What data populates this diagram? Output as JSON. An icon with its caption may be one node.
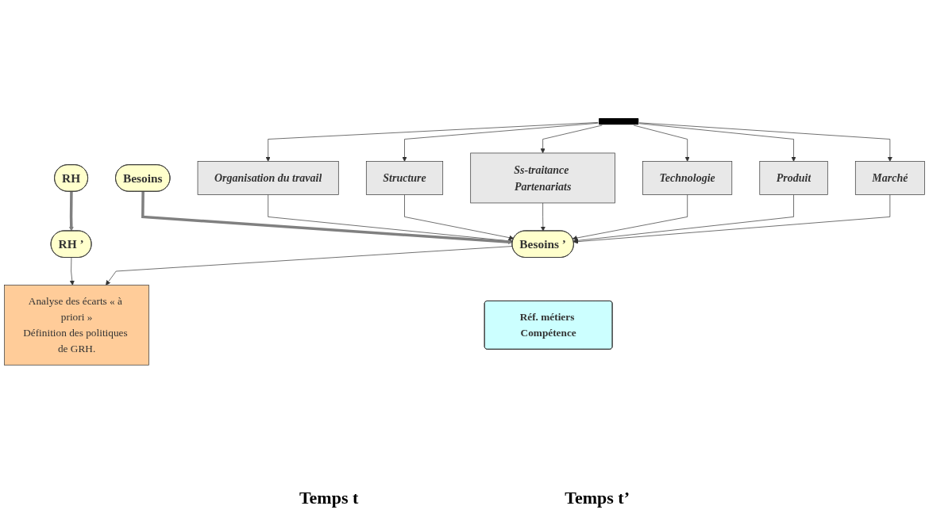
{
  "diagram": {
    "nodes": [
      {
        "text": [],
        "shape": "bar"
      },
      {
        "text": [
          "Marché"
        ]
      },
      {
        "text": [
          "Produit"
        ]
      },
      {
        "text": [
          "Technologie"
        ]
      },
      {
        "text": [
          "Ss-traitance Partenariats"
        ]
      },
      {
        "text": [
          "Structure"
        ]
      },
      {
        "text": [
          "Organisation du travail"
        ]
      },
      {
        "text": [
          "Besoins"
        ]
      },
      {
        "text": [
          "Besoins ’"
        ]
      },
      {
        "text": [
          "Analyse des écarts « à priori »",
          "Définition des politiques de GRH."
        ]
      },
      {
        "text": [
          "Réf. métiers Compétence"
        ]
      },
      {
        "text": [
          "RH"
        ]
      },
      {
        "text": [
          "RH ’"
        ]
      }
    ],
    "edges": [
      {
        "from": 0,
        "to": 1,
        "arrow": "to"
      },
      {
        "from": 0,
        "to": 2,
        "arrow": "to"
      },
      {
        "from": 0,
        "to": 3,
        "arrow": "to"
      },
      {
        "from": 0,
        "to": 4,
        "arrow": "to"
      },
      {
        "from": 0,
        "to": 5,
        "arrow": "to"
      },
      {
        "from": 0,
        "to": 6,
        "arrow": "to"
      },
      {
        "from": 1,
        "to": 8,
        "arrow": "to"
      },
      {
        "from": 2,
        "to": 8,
        "arrow": "to"
      },
      {
        "from": 3,
        "to": 8,
        "arrow": "to"
      },
      {
        "from": 4,
        "to": 8,
        "arrow": "to"
      },
      {
        "from": 5,
        "to": 8,
        "arrow": "to"
      },
      {
        "from": 6,
        "to": 8,
        "arrow": "to"
      },
      {
        "from": 7,
        "to": 8,
        "arrow": "to",
        "style": "thick",
        "color": "#808080"
      },
      {
        "from": 8,
        "to": 9,
        "arrow": "to"
      },
      {
        "from": 11,
        "to": 12,
        "arrow": "to",
        "style": "thick",
        "color": "#808080"
      },
      {
        "from": 12,
        "to": 9,
        "arrow": "to"
      }
    ],
    "labels": [
      "Temps t",
      "Temps t’"
    ]
  }
}
